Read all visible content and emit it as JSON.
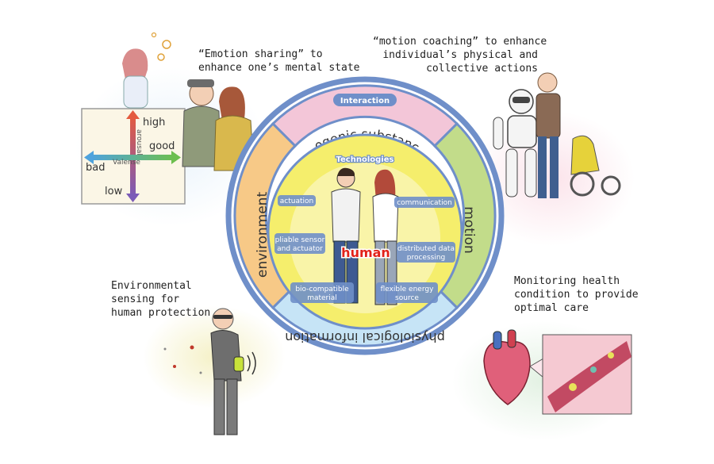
{
  "captions": {
    "emotion": [
      "“Emotion sharing” to",
      "enhance one’s mental state"
    ],
    "coaching": [
      "“motion coaching” to enhance",
      "individual’s physical and",
      "collective actions"
    ],
    "environmental": [
      "Environmental",
      "sensing for",
      "human protection"
    ],
    "monitoring": [
      "Monitoring health",
      "condition to provide",
      "optimal care"
    ]
  },
  "emotion_chart": {
    "high": "high",
    "low": "low",
    "good": "good",
    "bad": "bad",
    "arousal": "arousal",
    "valence": "Valense"
  },
  "ring": {
    "interaction": "Interaction",
    "top": "biogenic substance",
    "right": "motion",
    "left": "environment",
    "bottom": "physiological information"
  },
  "core": {
    "technologies": "Technologies",
    "center": "human",
    "labels": {
      "actuation": "actuation",
      "communication": "communication",
      "pliable": [
        "pliable sensor",
        "and actuator"
      ],
      "distributed": [
        "distributed data",
        "processing"
      ],
      "biocompatible": [
        "bio-compatible",
        "material"
      ],
      "flexible": [
        "flexible energy",
        "source"
      ]
    }
  },
  "colors": {
    "ring_outer": "#6f8fc9",
    "top_segment": "#f3c6d8",
    "right_segment": "#c2dc8a",
    "left_segment": "#f7c987",
    "bottom_segment": "#c6e4f6",
    "core_yellow": "#f5ee6c",
    "human_red": "#e2221a"
  }
}
